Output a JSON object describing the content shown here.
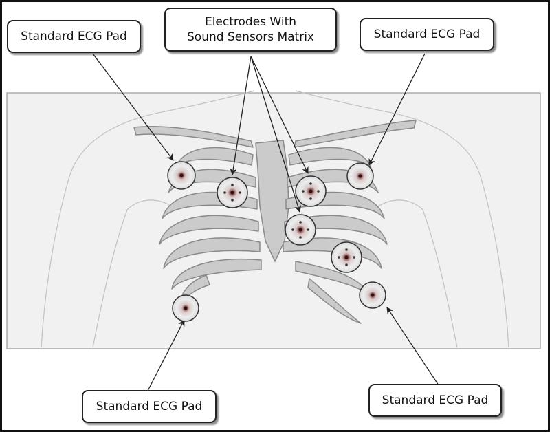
{
  "labels": {
    "top_left": "Standard ECG Pad",
    "top_center": "Electrodes With\nSound Sensors Matrix",
    "top_right": "Standard ECG Pad",
    "bottom_left": "Standard ECG Pad",
    "bottom_right": "Standard ECG Pad"
  },
  "colors": {
    "frame": "#111111",
    "bone": "#c8c8c8",
    "bone_edge": "#8a8a8a",
    "body_outline": "#bdbdbd",
    "band": "#f0f0f0",
    "pad_center": "#c0392b",
    "arrow": "#222222"
  }
}
